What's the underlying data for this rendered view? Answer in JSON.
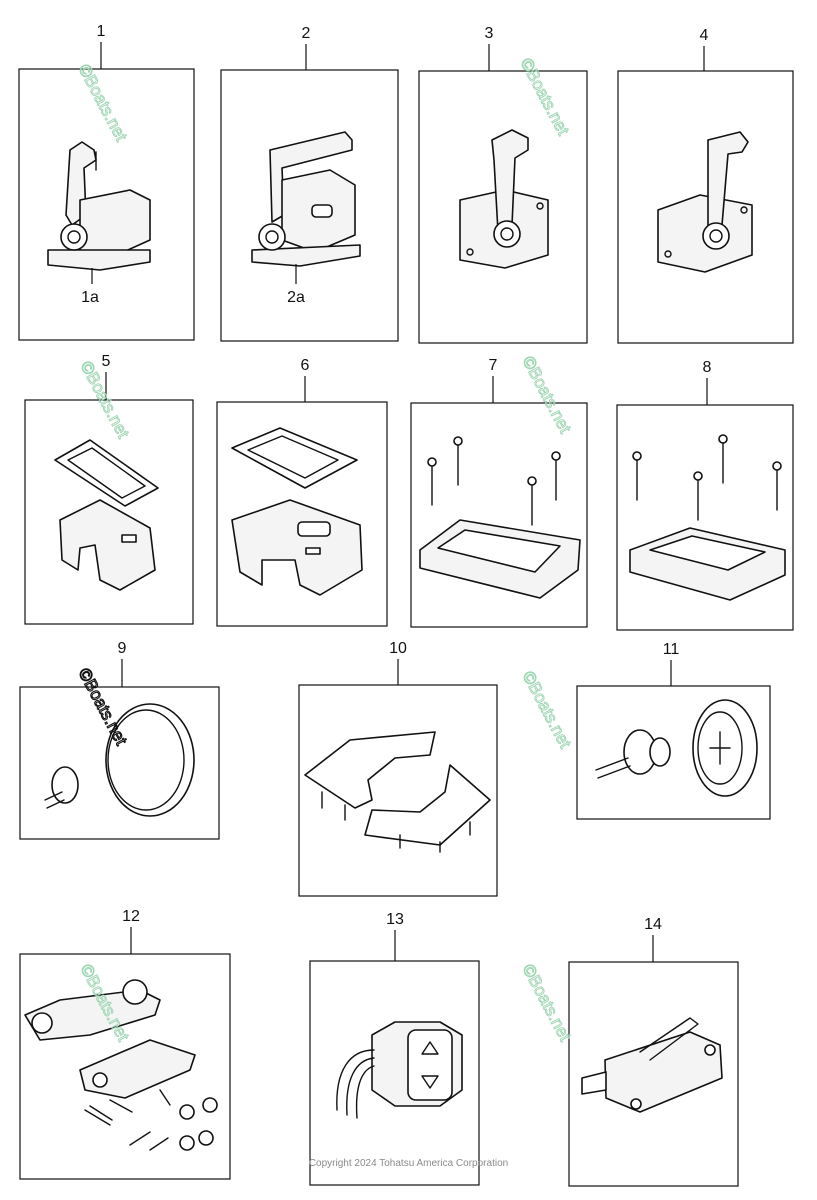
{
  "diagram": {
    "parts": [
      {
        "number": "1",
        "sub_label": "1a"
      },
      {
        "number": "2",
        "sub_label": "2a"
      },
      {
        "number": "3"
      },
      {
        "number": "4"
      },
      {
        "number": "5"
      },
      {
        "number": "6"
      },
      {
        "number": "7"
      },
      {
        "number": "8"
      },
      {
        "number": "9"
      },
      {
        "number": "10"
      },
      {
        "number": "11"
      },
      {
        "number": "12"
      },
      {
        "number": "13"
      },
      {
        "number": "14"
      }
    ],
    "watermark_text": "©Boats.net",
    "copyright": "Copyright 2024 Tohatsu America Corporation"
  }
}
